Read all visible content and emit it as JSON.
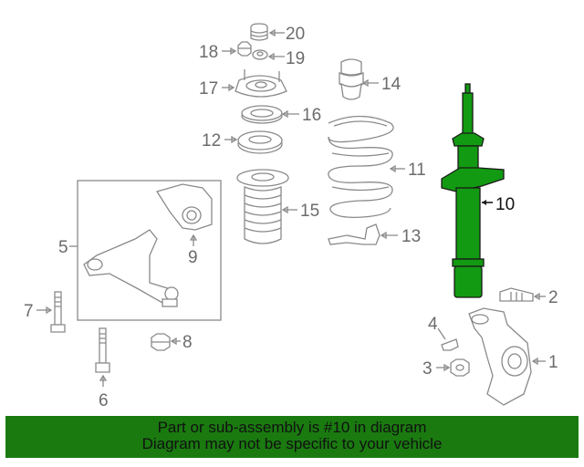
{
  "diagram": {
    "highlight_color": "#129a12",
    "callouts": {
      "p1": "1",
      "p2": "2",
      "p3": "3",
      "p4": "4",
      "p5": "5",
      "p6": "6",
      "p7": "7",
      "p8": "8",
      "p9": "9",
      "p10": "10",
      "p11": "11",
      "p12": "12",
      "p13": "13",
      "p14": "14",
      "p15": "15",
      "p16": "16",
      "p17": "17",
      "p18": "18",
      "p19": "19",
      "p20": "20"
    },
    "highlighted_part": "10"
  },
  "banner": {
    "line1": "Part or sub-assembly is #10 in diagram",
    "line2": "Diagram may not be specific to your vehicle",
    "background": "#1a7a10"
  }
}
